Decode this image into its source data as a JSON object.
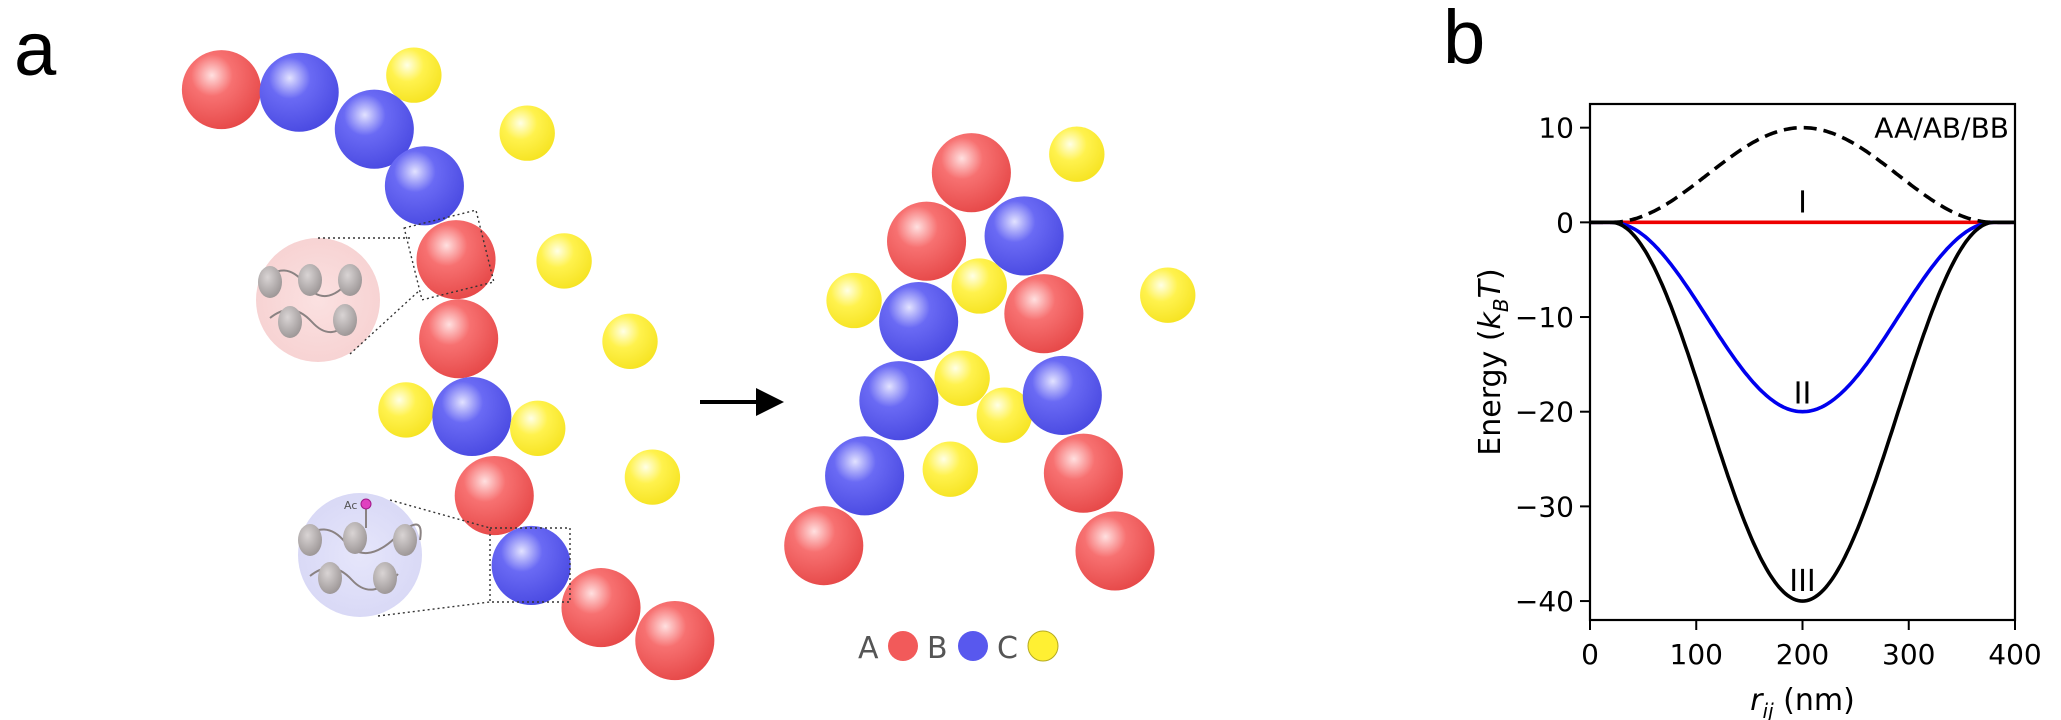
{
  "panel_a": {
    "label": "a",
    "legend": [
      {
        "key": "A",
        "color": "#f25a5a"
      },
      {
        "key": "B",
        "color": "#5858ee"
      },
      {
        "key": "C",
        "color": "#fff033"
      }
    ],
    "inset_label": "Ac",
    "colors": {
      "A": "#f25a5a",
      "B": "#5858ee",
      "C": "#fff033"
    }
  },
  "panel_b": {
    "label": "b",
    "chart_data": {
      "type": "line",
      "title": "",
      "xlabel": "r_ij (nm)",
      "ylabel": "Energy (k_B T)",
      "xlim": [
        0,
        400
      ],
      "ylim": [
        -42,
        12.5
      ],
      "xticks": [
        0,
        100,
        200,
        300,
        400
      ],
      "yticks": [
        10,
        0,
        -10,
        -20,
        -30,
        -40
      ],
      "grid": false,
      "series": [
        {
          "name": "AA/AB/BB",
          "style": "dashed",
          "color": "#000000",
          "form": "cosine-bump",
          "r_min": 20,
          "r_max": 380,
          "x": [
            20,
            110,
            200,
            290,
            380
          ],
          "y": [
            0,
            5,
            10,
            5,
            0
          ]
        },
        {
          "name": "I",
          "style": "solid",
          "color": "#ee0000",
          "form": "cosine-bump",
          "r_min": 20,
          "r_max": 380,
          "x": [
            20,
            110,
            200,
            290,
            380
          ],
          "y": [
            0,
            0,
            0,
            0,
            0
          ]
        },
        {
          "name": "II",
          "style": "solid",
          "color": "#0000ee",
          "form": "cosine-bump",
          "r_min": 20,
          "r_max": 380,
          "x": [
            20,
            110,
            200,
            290,
            380
          ],
          "y": [
            0,
            -10,
            -20,
            -10,
            0
          ]
        },
        {
          "name": "III",
          "style": "solid",
          "color": "#000000",
          "form": "cosine-bump",
          "r_min": 20,
          "r_max": 380,
          "x": [
            20,
            110,
            200,
            290,
            380
          ],
          "y": [
            0,
            -20,
            -40,
            -20,
            0
          ]
        }
      ]
    }
  }
}
